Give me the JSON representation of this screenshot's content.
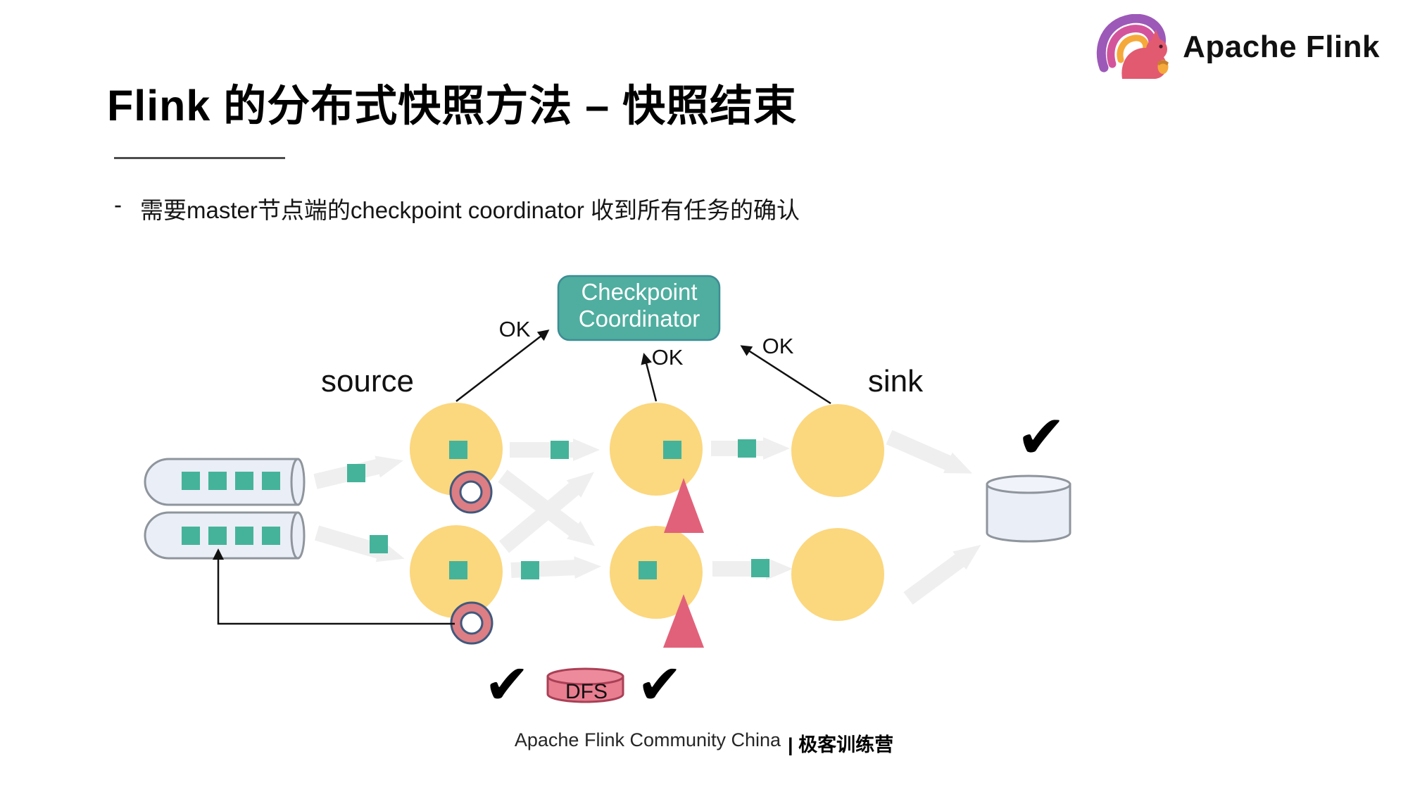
{
  "slide": {
    "brand": "Apache Flink",
    "title": "Flink 的分布式快照方法 – 快照结束",
    "bullet": {
      "marker": "-",
      "text": "需要master节点端的checkpoint coordinator 收到所有任务的确认"
    },
    "footer": {
      "normal": "Apache Flink Community China",
      "bold": "| 极客训练营"
    }
  },
  "diagram": {
    "coordinator": {
      "line1": "Checkpoint",
      "line2": "Coordinator"
    },
    "labels": {
      "source": "source",
      "sink": "sink",
      "ok_left": "OK",
      "ok_middle": "OK",
      "ok_right": "OK",
      "dfs": "DFS"
    },
    "symbols": {
      "check": "✔"
    },
    "colors": {
      "task_circle": "#FBD77E",
      "record_square": "#45B39A",
      "coordinator_fill": "#4FAE9F",
      "coordinator_border": "#3D8D95",
      "barrier_ring": "#DC7E84",
      "barrier_ring_border": "#41597D",
      "snapshot_triangle": "#E2617A",
      "dfs_fill": "#E87E90",
      "dfs_border": "#A94056",
      "storage_fill": "#EAEEF6",
      "storage_border": "#8F959D",
      "flow_arrow": "#EFEFEF"
    }
  }
}
